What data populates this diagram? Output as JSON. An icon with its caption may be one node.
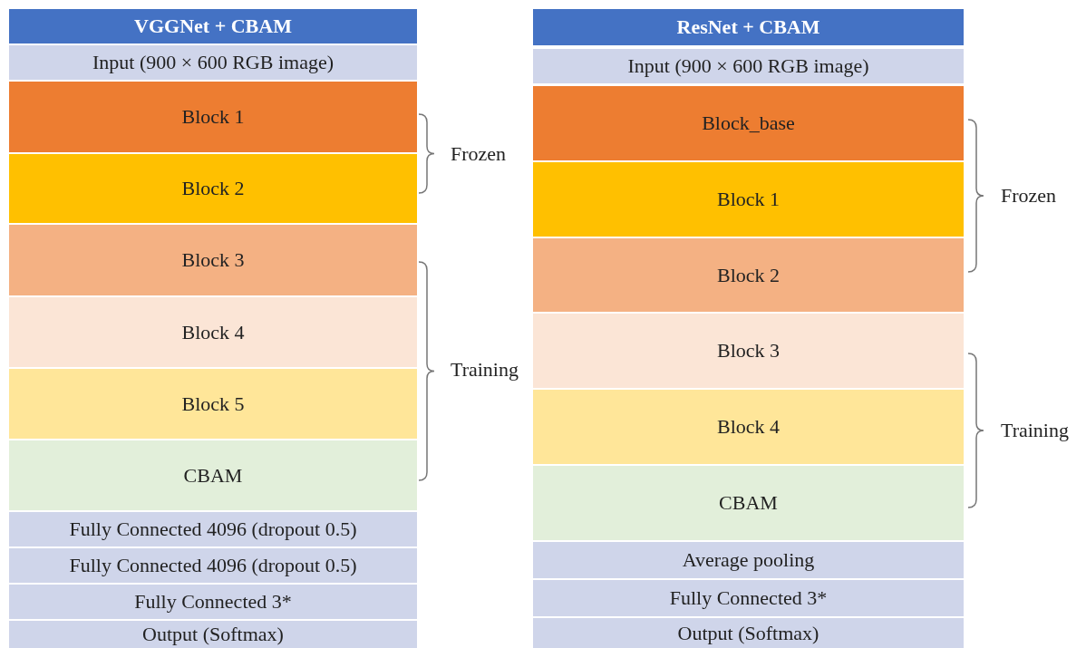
{
  "diagram": {
    "nodes": [
      {
        "text": [
          "VGGNet + CBAM"
        ]
      },
      {
        "text": [
          "Input (900 × 600 RGB image)"
        ]
      },
      {
        "text": [
          "Block 1"
        ]
      },
      {
        "text": [
          "Block 2"
        ]
      },
      {
        "text": [
          "Block 3"
        ]
      },
      {
        "text": [
          "Block 4"
        ]
      },
      {
        "text": [
          "Block 5"
        ]
      },
      {
        "text": [
          "CBAM"
        ]
      },
      {
        "text": [
          "Fully Connected 4096 (dropout 0.5)"
        ]
      },
      {
        "text": [
          "Fully Connected 4096 (dropout 0.5)"
        ]
      },
      {
        "text": [
          "Fully Connected 3*"
        ]
      },
      {
        "text": [
          "Output (Softmax)"
        ]
      },
      {
        "text": [
          "ResNet + CBAM"
        ]
      },
      {
        "text": [
          "Input (900 × 600 RGB image)"
        ]
      },
      {
        "text": [
          "Block_base"
        ]
      },
      {
        "text": [
          "Block 1"
        ]
      },
      {
        "text": [
          "Block 2"
        ]
      },
      {
        "text": [
          "Block 3"
        ]
      },
      {
        "text": [
          "Block 4"
        ]
      },
      {
        "text": [
          "CBAM"
        ]
      },
      {
        "text": [
          "Average pooling"
        ]
      },
      {
        "text": [
          "Fully Connected 3*"
        ]
      },
      {
        "text": [
          "Output (Softmax)"
        ]
      }
    ],
    "edges": [],
    "labels": [
      "Frozen",
      "Training",
      "Frozen",
      "Training"
    ]
  }
}
